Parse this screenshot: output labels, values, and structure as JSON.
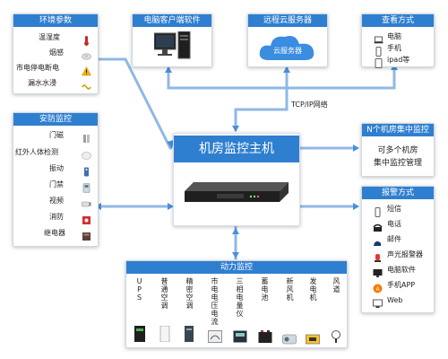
{
  "env": {
    "title": "环境参数",
    "items": [
      "温湿度",
      "烟感",
      "市电停电断电",
      "漏水水浸"
    ]
  },
  "security": {
    "title": "安防监控",
    "items": [
      "门磁",
      "红外人体检测",
      "振动",
      "门禁",
      "视频",
      "消防",
      "继电器"
    ]
  },
  "pc_client": {
    "title": "电脑客户端软件"
  },
  "cloud": {
    "title": "远程云服务器",
    "label": "云服务器"
  },
  "view": {
    "title": "查看方式",
    "items": [
      "电脑",
      "手机",
      "ipad等"
    ]
  },
  "network_label": "TCP/IP网络",
  "host": {
    "title": "机房监控主机"
  },
  "multi": {
    "title": "N个机房集中监控",
    "line1": "可多个机房",
    "line2": "集中监控管理"
  },
  "alarm": {
    "title": "报警方式",
    "items": [
      "短信",
      "电话",
      "邮件",
      "声光报警器",
      "电脑软件",
      "手机APP",
      "Web"
    ]
  },
  "power": {
    "title": "动力监控",
    "items": [
      "UPS",
      "普通空调",
      "精密空调",
      "市电电压电流",
      "三相电量仪",
      "蓄电池",
      "新风机",
      "发电机",
      "风道"
    ]
  },
  "colors": {
    "accent": "#2f7fd0",
    "arrow": "#4a8fd8"
  }
}
